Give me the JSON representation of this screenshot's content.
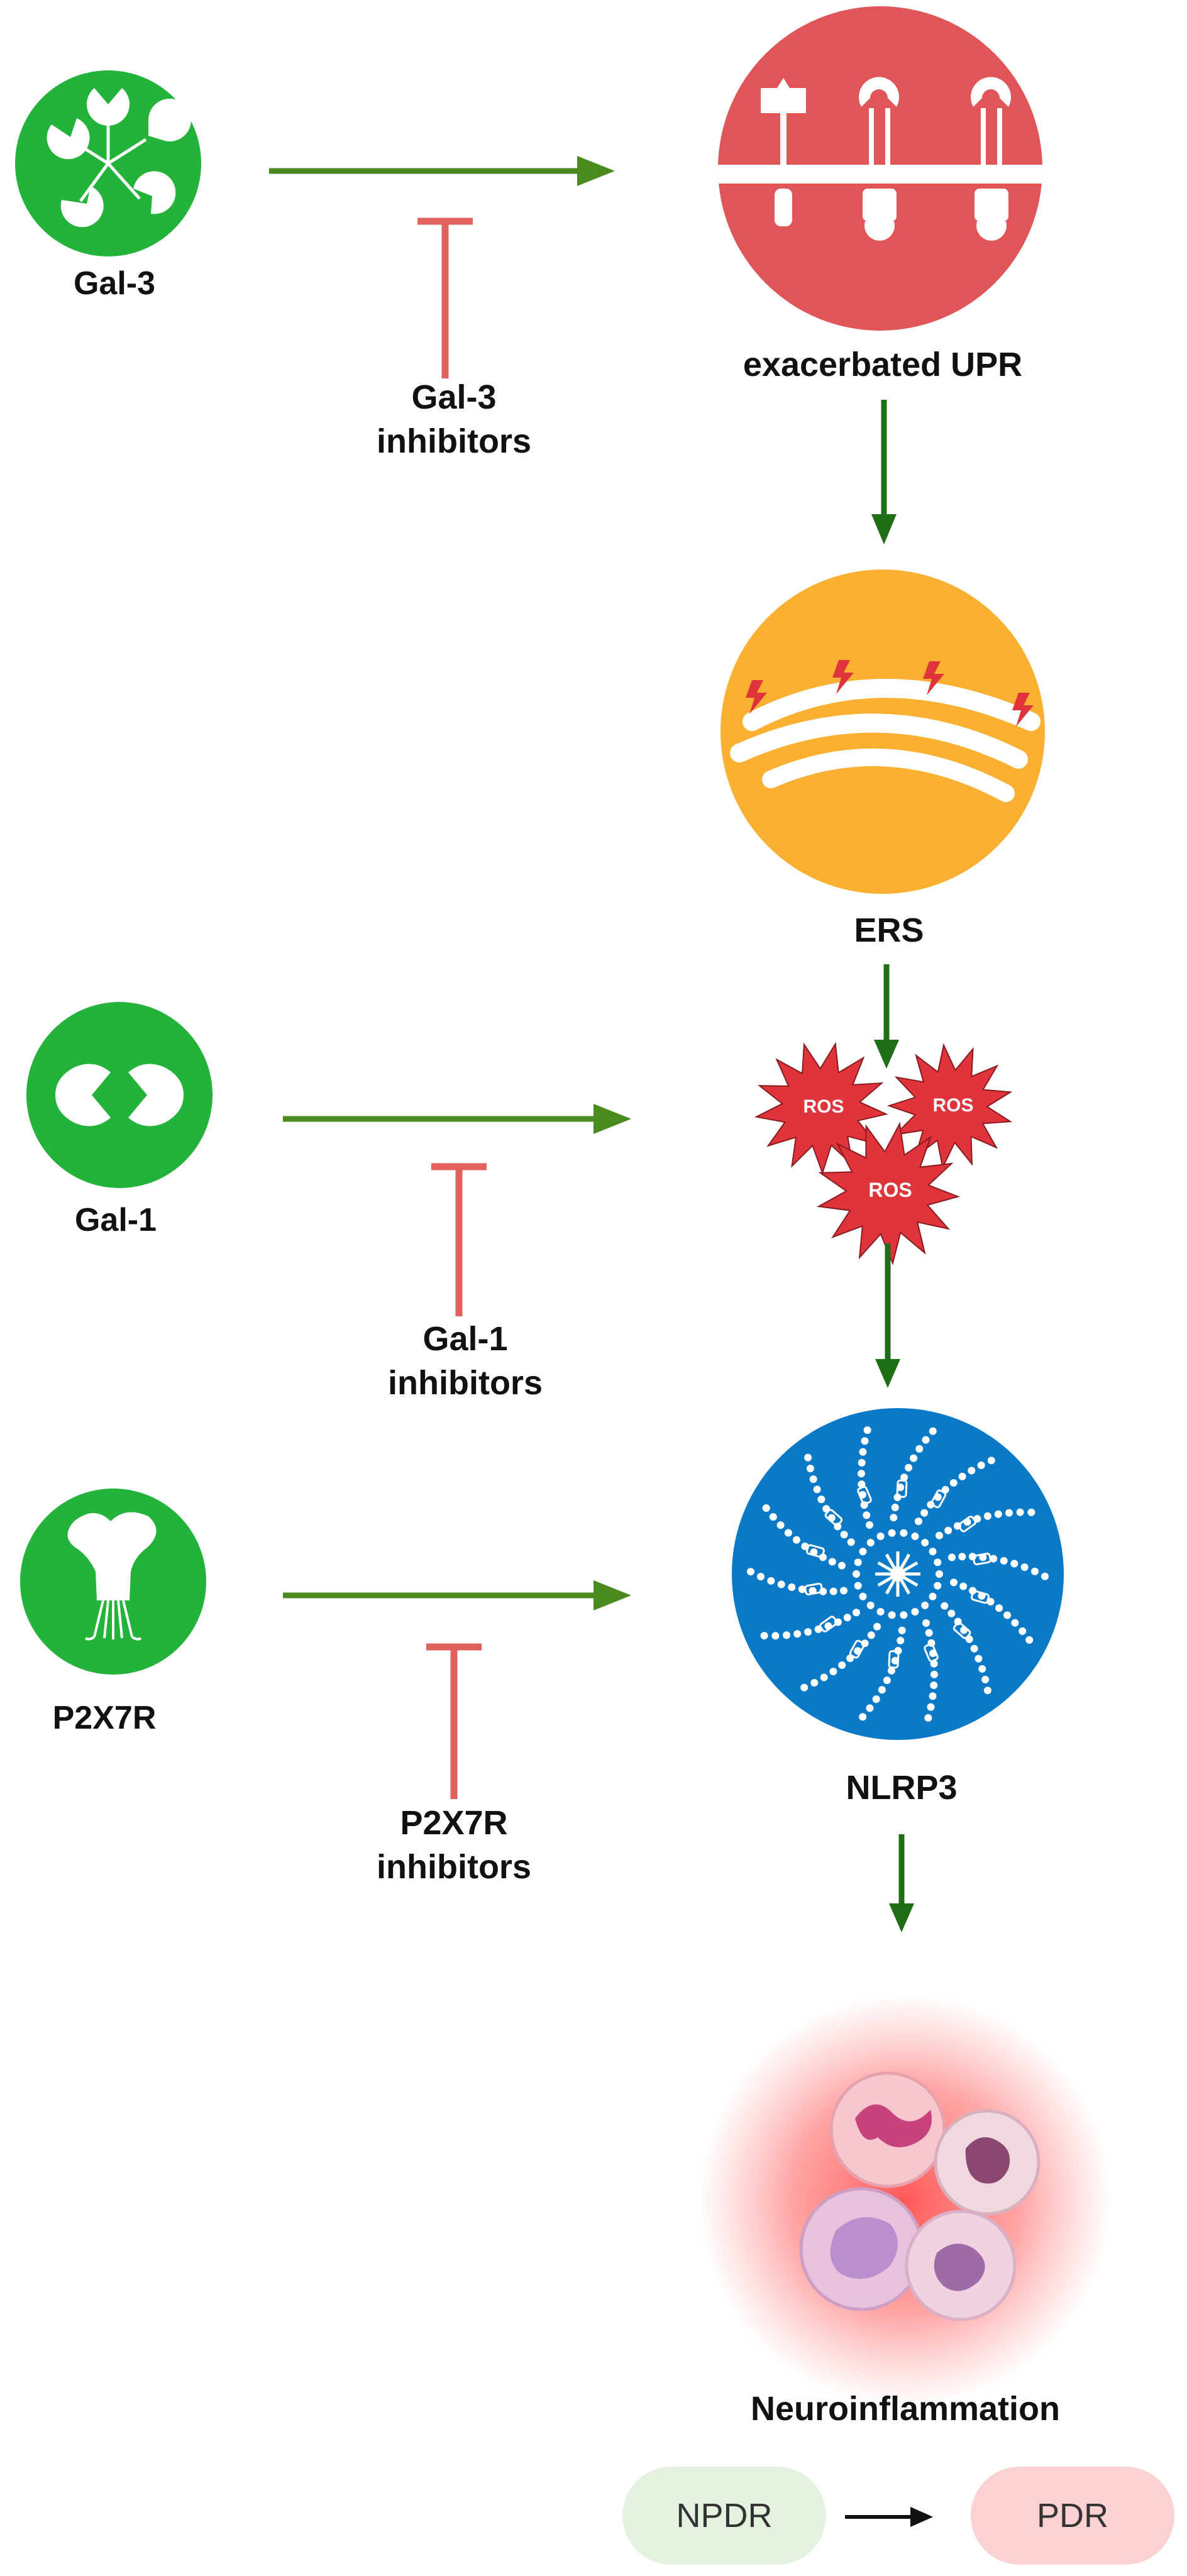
{
  "nodes": {
    "gal3": {
      "label": "Gal-3"
    },
    "gal1": {
      "label": "Gal-1"
    },
    "p2x7r": {
      "label": "P2X7R"
    },
    "upr": {
      "label": "exacerbated UPR"
    },
    "ers": {
      "label": "ERS"
    },
    "ros": {
      "labels": [
        "ROS",
        "ROS",
        "ROS"
      ]
    },
    "nlrp3": {
      "label": "NLRP3"
    },
    "neuro": {
      "label": "Neuroinflammation"
    }
  },
  "inhibitors": {
    "gal3": {
      "line1": "Gal-3",
      "line2": "inhibitors"
    },
    "gal1": {
      "line1": "Gal-1",
      "line2": "inhibitors"
    },
    "p2x7r": {
      "line1": "P2X7R",
      "line2": "inhibitors"
    }
  },
  "stages": {
    "npdr": "NPDR",
    "pdr": "PDR"
  },
  "colors": {
    "galectin_green": "#23b33a",
    "upr_red": "#e05658",
    "ers_orange": "#fbb032",
    "ros_red": "#e0343c",
    "nlrp3_blue": "#0a7ac8",
    "arrow_green": "#4a8a1e",
    "inhibitor_red": "#e2605e",
    "npdr_bg": "#e4f2df",
    "pdr_bg": "#fbd1d1"
  },
  "icons": {
    "gal3": "gal3-pentamer-icon",
    "gal1": "gal1-dimer-icon",
    "p2x7r": "p2x7r-receptor-icon",
    "upr": "membrane-receptors-icon",
    "ers": "endoplasmic-reticulum-icon",
    "nlrp3": "inflammasome-icon",
    "neuro": "immune-cells-icon"
  }
}
